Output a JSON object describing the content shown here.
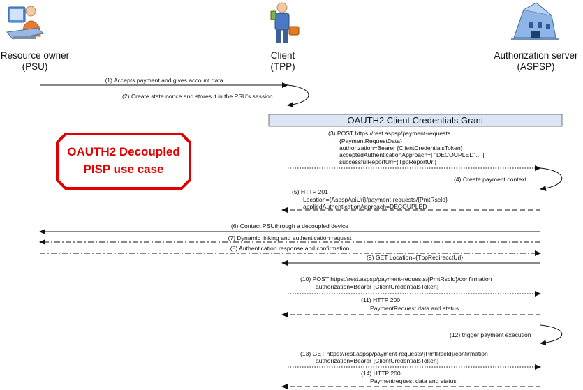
{
  "actors": [
    {
      "name": "Resource owner",
      "role": "(PSU)",
      "icon": "user-at-computer-icon"
    },
    {
      "name": "Client",
      "role": "(TPP)",
      "icon": "businessman-with-phone-icon"
    },
    {
      "name": "Authorization server",
      "role": "(ASPSP)",
      "icon": "bank-building-icon"
    }
  ],
  "grant_title": "OAUTH2 Client Credentials Grant",
  "use_case": {
    "line1": "OAUTH2 Decoupled",
    "line2": "PISP use case",
    "color": "#e00000"
  },
  "steps": [
    {
      "lines": [
        "(1) Accepts payment and gives account data"
      ]
    },
    {
      "lines": [
        "(2) Create state nonce and stores it in the PSU's session"
      ]
    },
    {
      "lines": [
        "(3) POST https://rest.aspsp/payment-requests",
        "{PaymentRequestData}",
        "authorization=Bearer {ClientCredentialsToken}",
        "acceptedAuthenticationApproach=[ \"DECOUPLED\"... ]",
        "successfulReportUrl={TppReportUrl}"
      ]
    },
    {
      "lines": [
        "(4) Create payment context"
      ]
    },
    {
      "lines": [
        "(5) HTTP 201",
        "Location={AspspApiUri}/payment-requests/{PmtRscId}",
        "appliedAuthenticationApproach=DECOUPLED"
      ]
    },
    {
      "lines": [
        "(6) Contact PSUthrough a decoupled device"
      ]
    },
    {
      "lines": [
        "(7) Dynamic linking and authentication request"
      ]
    },
    {
      "lines": [
        "(8) Authentication response and confirmation"
      ]
    },
    {
      "lines": [
        "(9) GET Location={TppRedirecctUrl}"
      ]
    },
    {
      "lines": [
        "(10) POST https://rest.aspsp/payment-requests/{PmtRscId}/confirmation",
        "authorization=Bearer {ClientCredentialsToken}"
      ]
    },
    {
      "lines": [
        "(11) HTTP 200",
        "PaymentRequest data and status"
      ]
    },
    {
      "lines": [
        "(12) trigger payment execution"
      ]
    },
    {
      "lines": [
        "(13) GET https://rest.aspsp/payment-requests/{PmtRscId}/confirmation",
        "authorization=Bearer {ClientCredentialsToken}"
      ]
    },
    {
      "lines": [
        "(14) HTTP 200",
        "Paymentrequest data and status"
      ]
    }
  ]
}
